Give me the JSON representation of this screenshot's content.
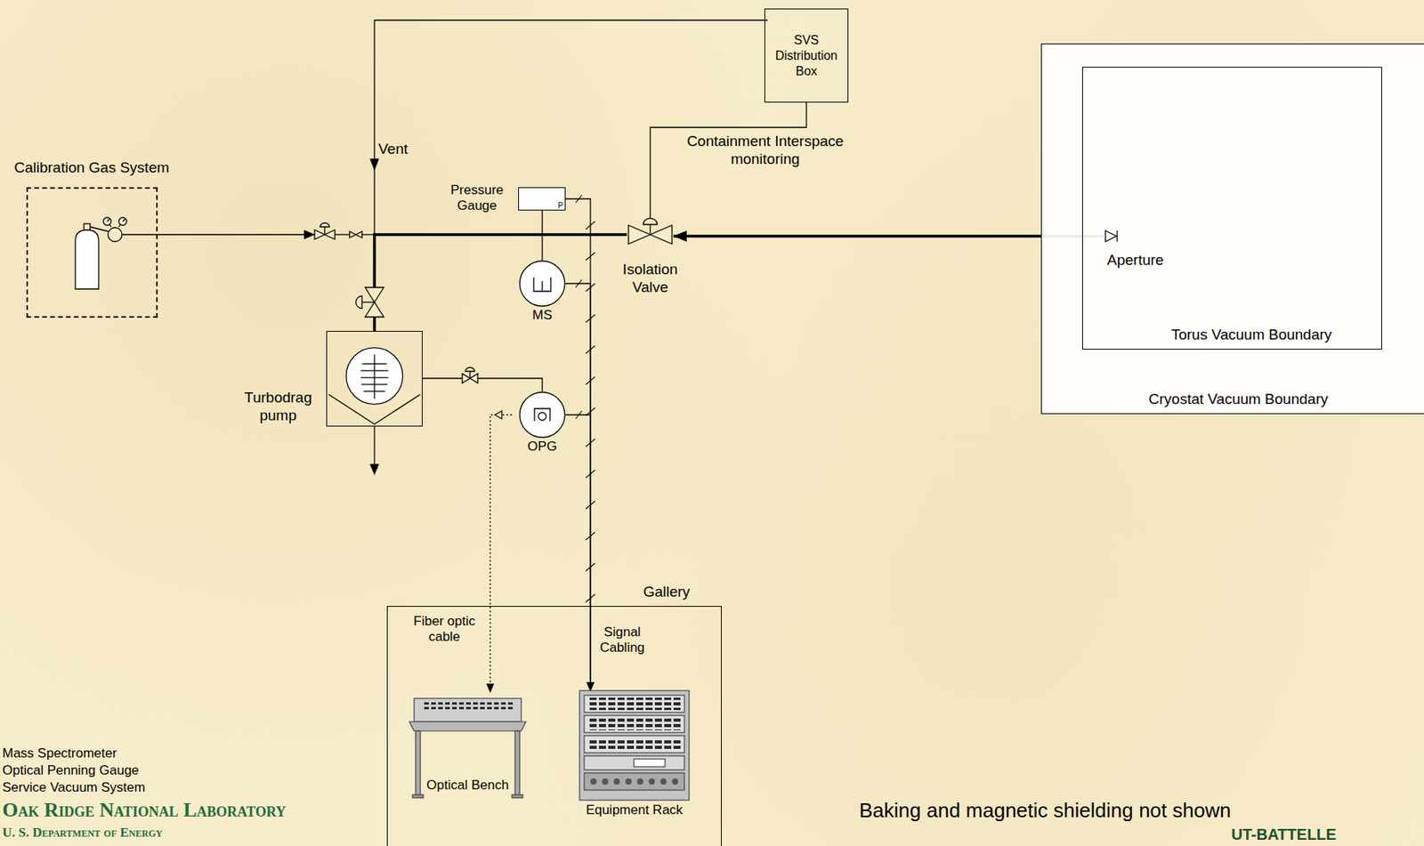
{
  "diagram": {
    "nodes": [
      {
        "text": [
          "Calibration Gas System"
        ]
      },
      {
        "text": [
          "SVS Distribution Box"
        ]
      },
      {
        "text": [
          "Pressure Gauge",
          "P"
        ]
      },
      {
        "text": [
          "MS"
        ]
      },
      {
        "text": [
          "Isolation Valve"
        ]
      },
      {
        "text": [
          "Turbodrag pump"
        ]
      },
      {
        "text": [
          "OPG"
        ]
      },
      {
        "text": [
          "Cryostat Vacuum Boundary"
        ]
      },
      {
        "text": [
          "Torus Vacuum Boundary"
        ],
        "in": 7
      },
      {
        "text": [
          "Aperture"
        ],
        "in": 8
      },
      {
        "text": [
          "Gallery"
        ]
      },
      {
        "text": [
          "Optical Bench"
        ],
        "in": 10
      },
      {
        "text": [
          "Equipment Rack"
        ],
        "in": 10
      }
    ],
    "edges": [
      {
        "from": 1,
        "to": 4,
        "label": "Containment Interspace monitoring",
        "arrow": "none"
      },
      {
        "from": 9,
        "to": 4,
        "arrow": "to"
      },
      {
        "from": 2,
        "to": 12,
        "arrow": "to"
      },
      {
        "from": 3,
        "to": 12,
        "arrow": "to"
      },
      {
        "from": 6,
        "to": 12,
        "arrow": "to"
      },
      {
        "from": 6,
        "to": 11,
        "arrow": "to"
      },
      {
        "from": 5,
        "to": 6,
        "arrow": "none"
      }
    ],
    "labels": [
      "Vent",
      "Fiber optic cable",
      "Signal Cabling",
      "Mass Spectrometer",
      "Optical Penning Gauge",
      "Service Vacuum System",
      "Oak Ridge National Laboratory",
      "U. S. Department of Energy",
      "UT-BATTELLE",
      "Baking and magnetic shielding not shown"
    ]
  }
}
